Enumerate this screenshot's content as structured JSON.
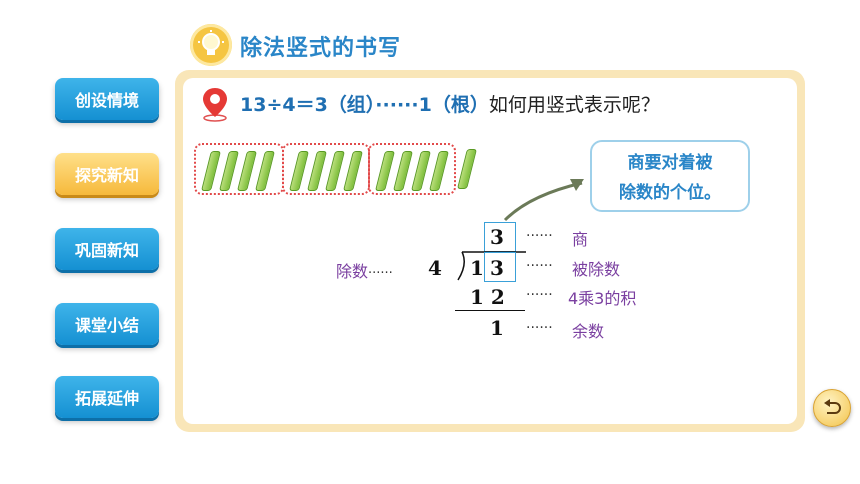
{
  "header": {
    "title": "除法竖式的书写",
    "icon": "lightbulb-icon"
  },
  "nav": {
    "items": [
      {
        "label": "创设情境",
        "active": false
      },
      {
        "label": "探究新知",
        "active": true
      },
      {
        "label": "巩固新知",
        "active": false
      },
      {
        "label": "课堂小结",
        "active": false
      },
      {
        "label": "拓展延伸",
        "active": false
      }
    ]
  },
  "question": {
    "equation": "13÷4＝3（组）······1（根）",
    "rest": "如何用竖式表示呢？"
  },
  "bubble": {
    "line1": "商要对着被",
    "line2": "除数的个位。"
  },
  "division": {
    "quotient": "3",
    "divisor": "4",
    "dividend_tens": "1",
    "dividend_ones": "3",
    "product": "1 2",
    "remainder": "1",
    "labels": {
      "quotient": "商",
      "divisor": "除数",
      "dividend": "被除数",
      "product": "4乘3的积",
      "remainder": "余数"
    },
    "leader": "······"
  },
  "back_icon": "return-arrow-icon"
}
